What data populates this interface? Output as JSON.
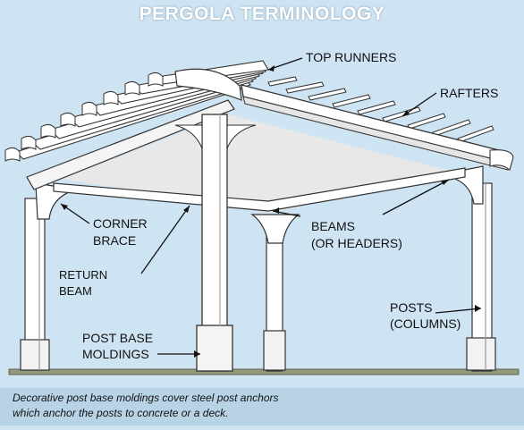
{
  "title": "PERGOLA TERMINOLOGY",
  "labels": {
    "top_runners": "TOP RUNNERS",
    "rafters": "RAFTERS",
    "corner_brace_1": "CORNER",
    "corner_brace_2": "BRACE",
    "beams_1": "BEAMS",
    "beams_2": "(OR HEADERS)",
    "return_beam_1": "RETURN",
    "return_beam_2": "BEAM",
    "posts_1": "POSTS",
    "posts_2": "(COLUMNS)",
    "post_base_1": "POST BASE",
    "post_base_2": "MOLDINGS"
  },
  "caption": {
    "line1": "Decorative post base moldings cover steel post anchors",
    "line2": "which anchor the posts to concrete or a deck."
  },
  "colors": {
    "background": "#cfe4f3",
    "wood": "#ffffff",
    "outline": "#333333",
    "shade": "#dcdcdc",
    "ground": "#8e9a7a"
  }
}
